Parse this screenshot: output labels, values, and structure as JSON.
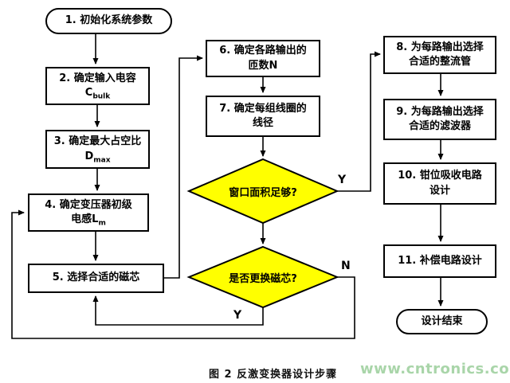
{
  "caption": "图 2 反激变换器设计步骤",
  "watermark": "www.cntronics.com",
  "colors": {
    "diamond_fill": "#ffff00",
    "box_fill": "#ffffff",
    "border": "#000000",
    "watermark_green": "#a9d5a9"
  },
  "nodes": {
    "start": {
      "label": "1. 初始化系统参数"
    },
    "step2": {
      "line1": "2. 确定输入电容",
      "sym": "C",
      "sub": "bulk"
    },
    "step3": {
      "line1": "3. 确定最大占空比",
      "sym": "D",
      "sub": "max"
    },
    "step4": {
      "line1": "4. 确定变压器初级",
      "line2": "电感",
      "sym": "L",
      "sub": "m"
    },
    "step5": {
      "label": "5. 选择合适的磁芯"
    },
    "step6": {
      "line1": "6. 确定各路输出的",
      "line2": "匝数N"
    },
    "step7": {
      "line1": "7. 确定每组线圈的",
      "line2": "线径"
    },
    "decision1": {
      "label": "窗口面积足够?"
    },
    "decision2": {
      "label": "是否更换磁芯?"
    },
    "step8": {
      "line1": "8. 为每路输出选择",
      "line2": "合适的整流管"
    },
    "step9": {
      "line1": "9. 为每路输出选择",
      "line2": "合适的滤波器"
    },
    "step10": {
      "line1": "10. 钳位吸收电路",
      "line2": "设计"
    },
    "step11": {
      "label": "11. 补偿电路设计"
    },
    "end": {
      "label": "设计结束"
    }
  },
  "branch_labels": {
    "d1_yes": "Y",
    "d2_no": "N",
    "d2_yes": "Y"
  }
}
